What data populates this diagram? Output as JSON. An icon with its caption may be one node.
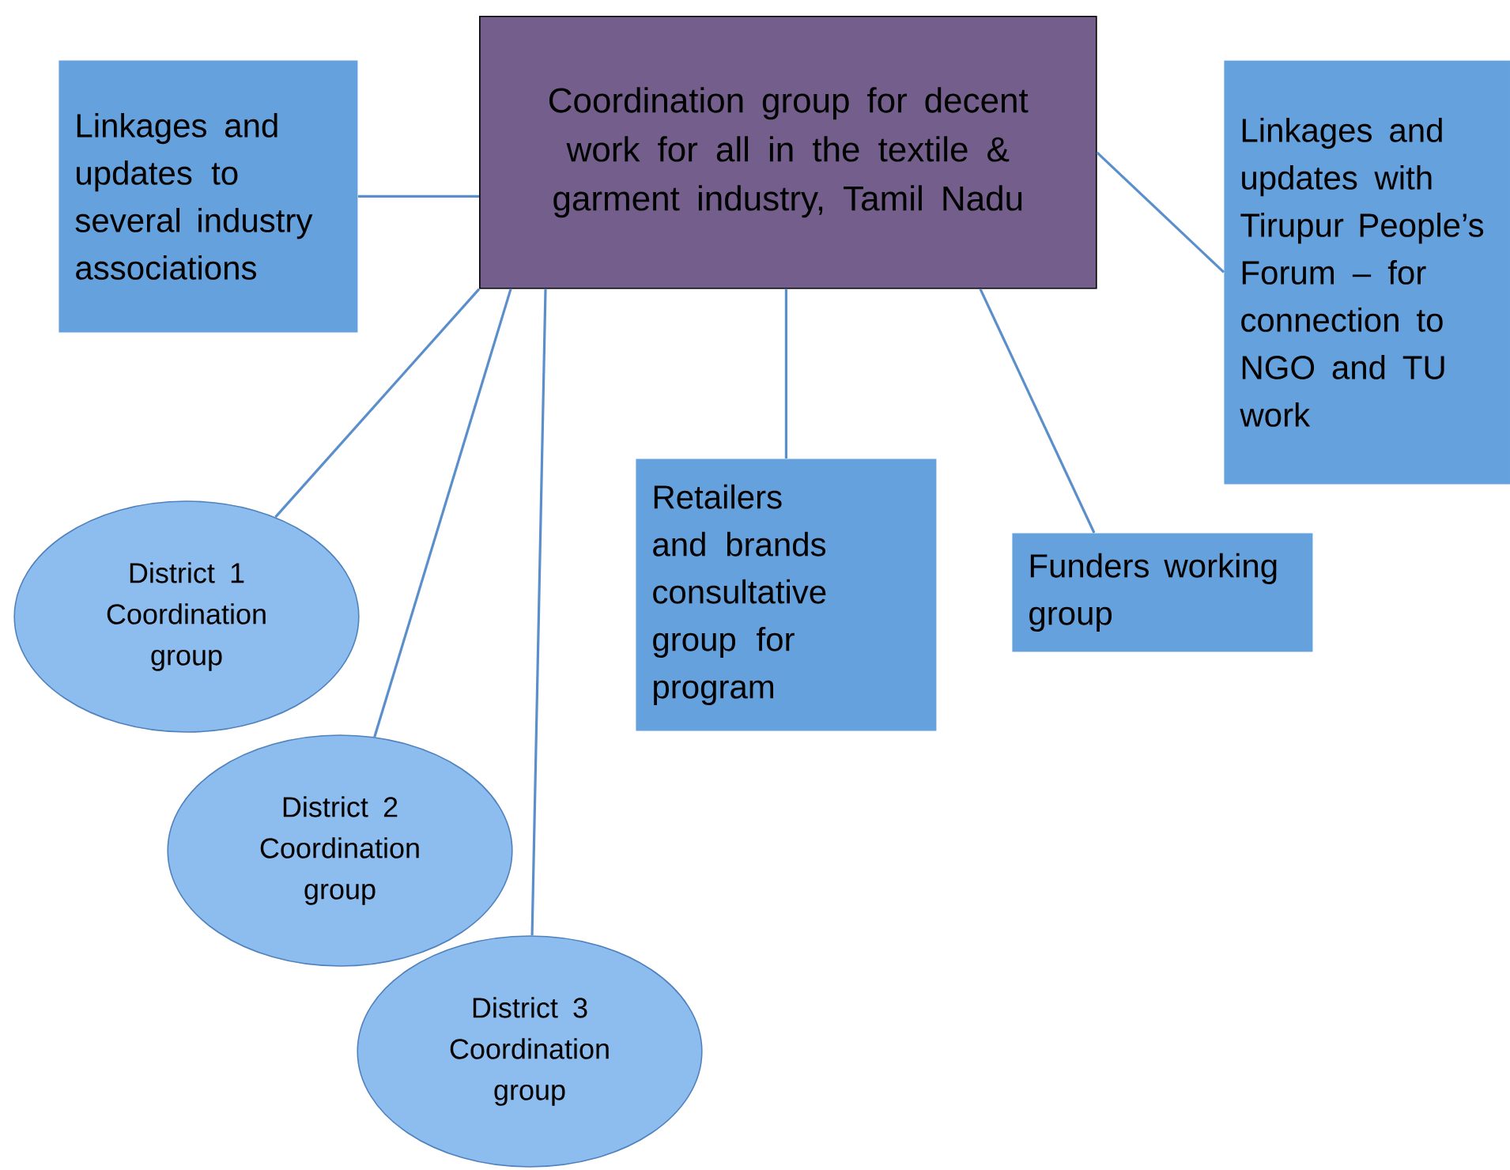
{
  "diagram": {
    "nodes": [
      {
        "text": [
          "Coordination group for decent work for all in the textile & garment industry, Tamil Nadu"
        ]
      },
      {
        "text": [
          "Linkages and updates to several industry associations"
        ]
      },
      {
        "text": [
          "Linkages and updates with Tirupur People’s Forum – for connection to NGO and TU work"
        ]
      },
      {
        "text": [
          "Retailers and brands consultative group for program"
        ]
      },
      {
        "text": [
          "Funders working group"
        ]
      },
      {
        "text": [
          "District 1 Coordination group"
        ]
      },
      {
        "text": [
          "District 2 Coordination group"
        ]
      },
      {
        "text": [
          "District 3 Coordination group"
        ]
      }
    ],
    "edges": [
      {
        "from": 0,
        "to": 1,
        "arrow": "none"
      },
      {
        "from": 0,
        "to": 2,
        "arrow": "none"
      },
      {
        "from": 0,
        "to": 5,
        "arrow": "none"
      },
      {
        "from": 0,
        "to": 6,
        "arrow": "none"
      },
      {
        "from": 0,
        "to": 7,
        "arrow": "none"
      },
      {
        "from": 0,
        "to": 3,
        "arrow": "none"
      },
      {
        "from": 0,
        "to": 4,
        "arrow": "none"
      }
    ]
  }
}
